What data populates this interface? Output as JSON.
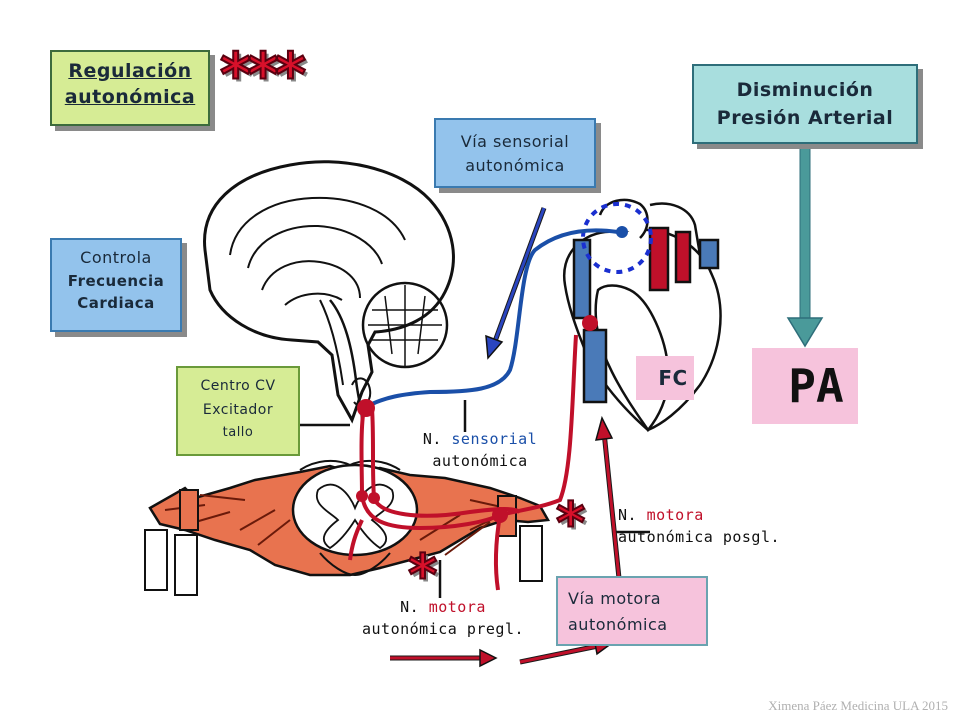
{
  "title_box": {
    "line1": "Regulación",
    "line2": "autonómica"
  },
  "title_stars": "***",
  "decrease_box": {
    "line1": "Disminución",
    "line2": "Presión Arterial"
  },
  "sensory_path_box": {
    "line1": "Vía sensorial",
    "line2": "autonómica"
  },
  "controls_box": {
    "line1": "Controla",
    "line2": "Frecuencia",
    "line3": "Cardiaca"
  },
  "cv_center_box": {
    "line1": "Centro CV",
    "line2": "Excitador",
    "line3": "tallo"
  },
  "fc_label": "FC",
  "pa_label": "PA",
  "sensory_nerve": {
    "prefix": "N.",
    "word": "sensorial",
    "line2": "autonómica"
  },
  "postgang_nerve": {
    "prefix": "N.",
    "word": "motora",
    "line2": "autonómica posgl."
  },
  "pregang_nerve": {
    "prefix": "N.",
    "word": "motora",
    "line2": "autonómica pregl."
  },
  "motor_path_box": {
    "line1": "Vía motora",
    "line2": "autonómica"
  },
  "star_single": "*",
  "credit": "Ximena Páez Medicina ULA 2015",
  "colors": {
    "sensory_path": "#1a4fa8",
    "motor_path": "#c0102a",
    "pink": "#f6c3dc",
    "green": "#d6ec95",
    "blue": "#93c3ec",
    "teal": "#a8dede"
  }
}
